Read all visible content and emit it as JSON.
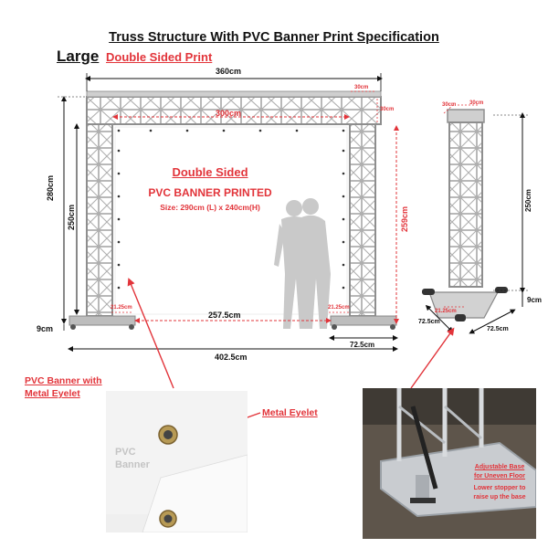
{
  "title": "Truss Structure With PVC Banner Print Specification",
  "size_label": "Large",
  "print_type": "Double Sided Print",
  "front": {
    "width_top": "360cm",
    "inner_top": "300cm",
    "module_top": "30cm",
    "module_side": "30cm",
    "height_total": "280cm",
    "height_inner": "250cm",
    "base_height": "9cm",
    "banner_height": "259cm",
    "inner_bottom": "257.5cm",
    "margin_left": "21.25cm",
    "margin_right": "21.25cm",
    "base_width": "72.5cm",
    "overall_width": "402.5cm"
  },
  "banner": {
    "heading": "Double Sided",
    "subheading": "PVC BANNER PRINTED",
    "size": "Size: 290cm (L) x 240cm(H)"
  },
  "tower": {
    "top_a": "30cm",
    "top_b": "30cm",
    "height": "250cm",
    "base_height": "9cm",
    "base_a": "72.5cm",
    "base_b": "72.5cm",
    "base_inner": "21.25cm"
  },
  "callouts": {
    "pvc_line1": "PVC Banner with",
    "pvc_line2": "Metal Eyelet",
    "metal_eyelet": "Metal Eyelet",
    "photo_line1": "PVC",
    "photo_line2": "Banner",
    "base_title1": "Adjustable Base",
    "base_title2": "for Uneven Floor",
    "base_note1": "Lower stopper to",
    "base_note2": "raise up the base"
  },
  "colors": {
    "accent": "#e2343a",
    "truss": "#a8a8a8",
    "text": "#111111"
  }
}
